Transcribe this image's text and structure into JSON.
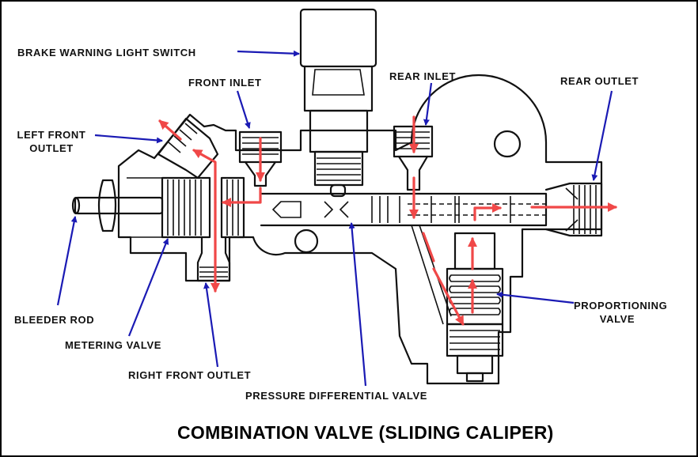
{
  "diagram": {
    "title": "COMBINATION VALVE (SLIDING CALIPER)",
    "colors": {
      "outline": "#111111",
      "leader_arrow": "#1a1ab4",
      "fluid_flow_arrow": "#f04848",
      "background": "#ffffff"
    },
    "labels": {
      "brake_warning_light_switch": "BRAKE WARNING LIGHT SWITCH",
      "front_inlet": "FRONT INLET",
      "rear_inlet": "REAR INLET",
      "rear_outlet": "REAR OUTLET",
      "left_front_outlet_line1": "LEFT FRONT",
      "left_front_outlet_line2": "OUTLET",
      "bleeder_rod": "BLEEDER ROD",
      "metering_valve": "METERING VALVE",
      "right_front_outlet": "RIGHT FRONT OUTLET",
      "pressure_differential_valve": "PRESSURE DIFFERENTIAL VALVE",
      "proportioning_valve_line1": "PROPORTIONING",
      "proportioning_valve_line2": "VALVE"
    },
    "legend_semantics": {
      "leader_arrow": "blue arrow points from label to component",
      "fluid_flow_arrow": "red arrow shows brake fluid flow direction"
    }
  }
}
